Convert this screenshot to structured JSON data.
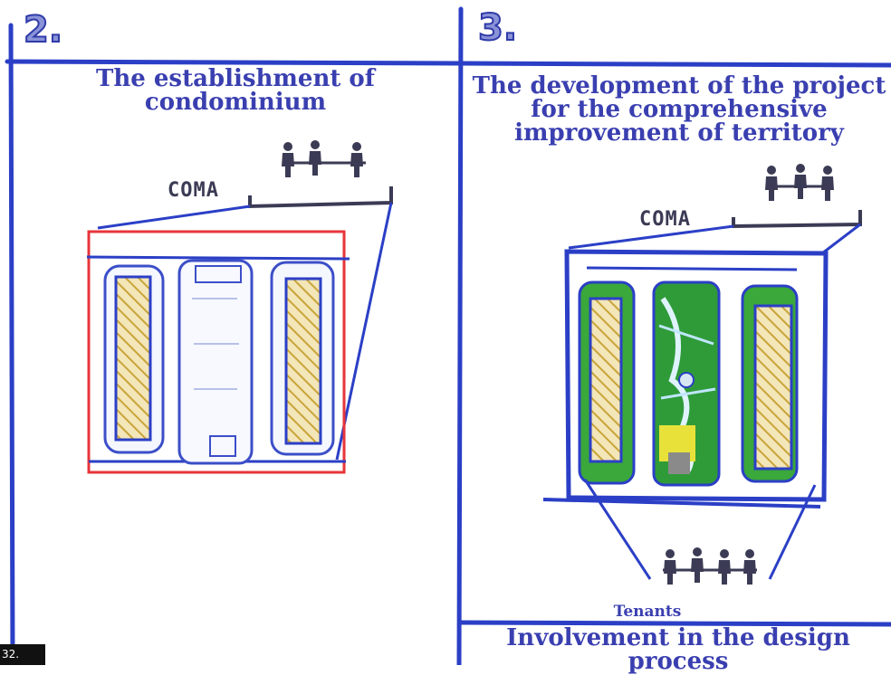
{
  "panels": [
    {
      "number": "2.",
      "title_lines": [
        "The establishment of",
        "condominium"
      ],
      "group_label": "COMA"
    },
    {
      "number": "3.",
      "title_lines": [
        "The development of the project",
        "for the comprehensive",
        "improvement of territory"
      ],
      "group_label": "COMA",
      "bottom_label": "Tenants"
    }
  ],
  "footer_caption": "Involvement in the design process",
  "page_number": "32.",
  "colors": {
    "frame_blue": "#2b3fc6",
    "text_blue": "#3a3fb0",
    "red_outline": "#e8343a",
    "hatch_ochre": "#c9a43a",
    "green": "#3aa83a",
    "people": "#3b3b55"
  },
  "icons": [
    "person-group-icon"
  ]
}
